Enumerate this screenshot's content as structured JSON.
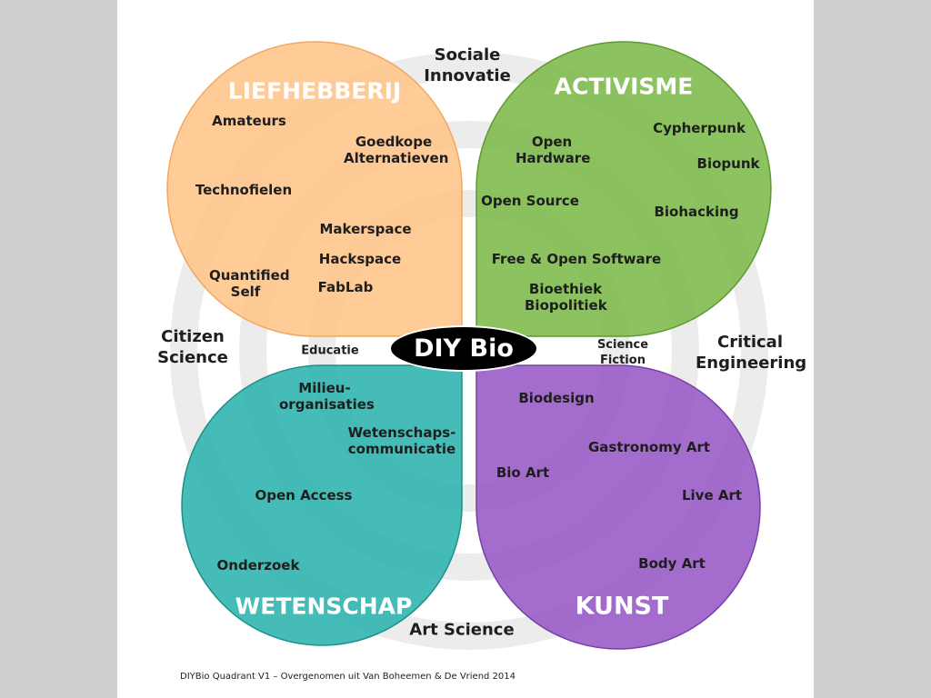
{
  "colors": {
    "hobby": "#ffc58a",
    "activism": "#7cb94a",
    "science": "#2bb3ad",
    "art": "#9758c6",
    "rings": "#ececec",
    "center": "#000000"
  },
  "center_label": "DIY Bio",
  "quadrants": {
    "hobby": {
      "title": "LIEFHEBBERIJ",
      "items": [
        "Amateurs",
        "Goedkope Alternatieven",
        "Technofielen",
        "Makerspace",
        "Hackspace",
        "Quantified Self",
        "FabLab"
      ]
    },
    "activism": {
      "title": "ACTIVISME",
      "items": [
        "Open Hardware",
        "Cypherpunk",
        "Biopunk",
        "Open Source",
        "Biohacking",
        "Free & Open Software",
        "Bioethiek Biopolitiek"
      ]
    },
    "science": {
      "title": "WETENSCHAP",
      "items": [
        "Milieu- organisaties",
        "Wetenschaps- communicatie",
        "Open Access",
        "Onderzoek"
      ]
    },
    "art": {
      "title": "KUNST",
      "items": [
        "Biodesign",
        "Gastronomy Art",
        "Bio Art",
        "Live Art",
        "Body Art"
      ]
    }
  },
  "intersections": {
    "top": "Sociale Innovatie",
    "left": "Citizen Science",
    "right": "Critical Engineering",
    "bottom": "Art Science",
    "inner_left": "Educatie",
    "inner_right": "Science Fiction"
  },
  "caption": "DIYBio Quadrant V1 – Overgenomen uit Van Boheemen & De Vriend 2014"
}
